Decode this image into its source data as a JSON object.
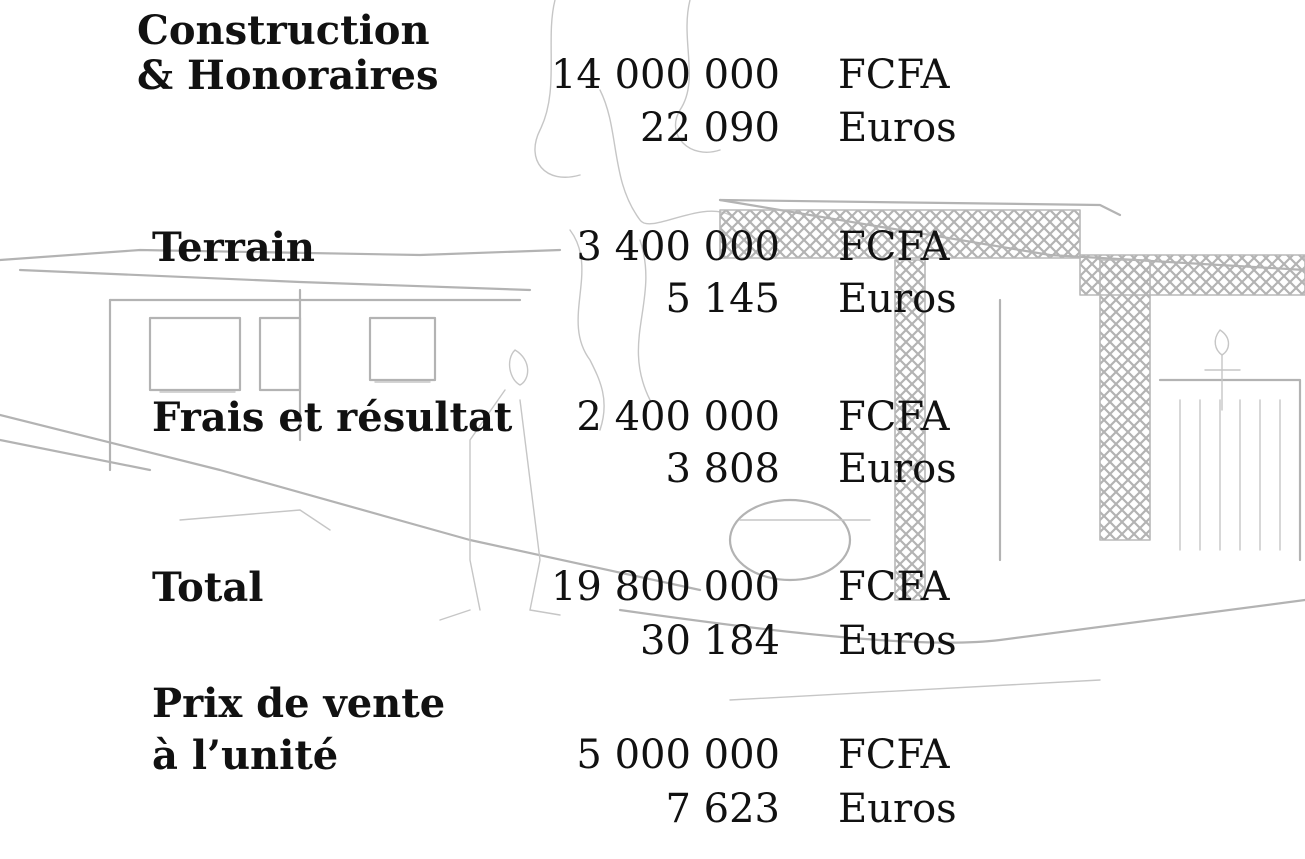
{
  "sections": [
    {
      "label_lines": [
        "Construction",
        "& Honoraires"
      ],
      "fcfa_amount": "14 000 000",
      "fcfa_unit": "FCFA",
      "euro_amount": "22 090",
      "euro_unit": "Euros"
    },
    {
      "label_lines": [
        "Terrain"
      ],
      "fcfa_amount": "3 400 000",
      "fcfa_unit": "FCFA",
      "euro_amount": "5 145",
      "euro_unit": "Euros"
    },
    {
      "label_lines": [
        "Frais et résultat"
      ],
      "fcfa_amount": "2 400 000",
      "fcfa_unit": "FCFA",
      "euro_amount": "3 808",
      "euro_unit": "Euros"
    },
    {
      "label_lines": [
        "Total"
      ],
      "fcfa_amount": "19 800 000",
      "fcfa_unit": "FCFA",
      "euro_amount": "30 184",
      "euro_unit": "Euros"
    },
    {
      "label_lines": [
        "Prix de vente",
        "à l’unité"
      ],
      "fcfa_amount": "5 000 000",
      "fcfa_unit": "FCFA",
      "euro_amount": "7 623",
      "euro_unit": "Euros"
    }
  ]
}
